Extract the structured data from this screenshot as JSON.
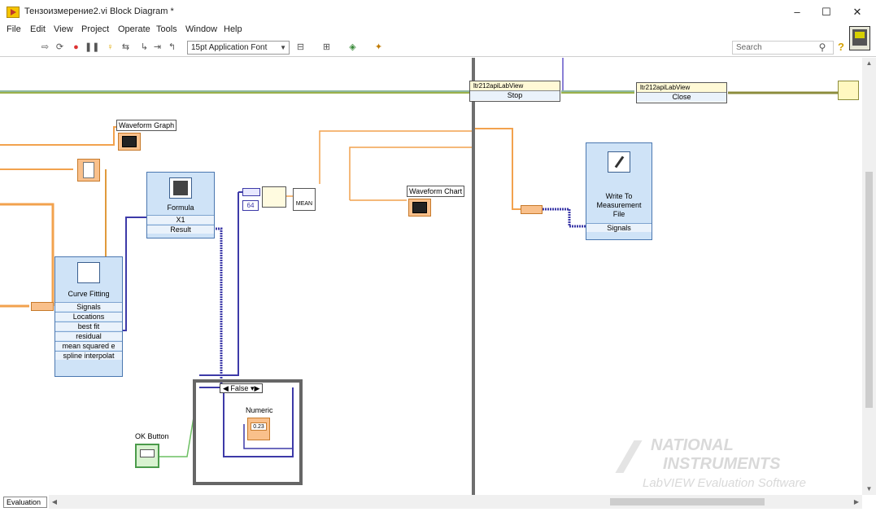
{
  "window": {
    "title": "Тензоизмерение2.vi Block Diagram *",
    "minimize": "–",
    "maximize": "☐",
    "close": "✕"
  },
  "menu": [
    "File",
    "Edit",
    "View",
    "Project",
    "Operate",
    "Tools",
    "Window",
    "Help"
  ],
  "toolbar": {
    "font": "15pt Application Font",
    "search_placeholder": "Search"
  },
  "diagram": {
    "waveform_graph": "Waveform Graph",
    "waveform_chart": "Waveform Chart",
    "formula": {
      "title": "Formula",
      "input": "X1",
      "output": "Result"
    },
    "curve_fitting": {
      "title": "Curve Fitting",
      "terminals": [
        "Signals",
        "Locations",
        "best fit",
        "residual",
        "mean squared e",
        "spline interpolat"
      ]
    },
    "write_file": {
      "title": "Write To Measurement File",
      "terminal": "Signals"
    },
    "stop_vi": {
      "name": "ltr212apiLabView",
      "label": "Stop"
    },
    "close_vi": {
      "name": "ltr212apiLabView",
      "label": "Close"
    },
    "case_selector": "False",
    "numeric": {
      "label": "Numeric",
      "value": "0.23"
    },
    "ok_button": "OK Button",
    "mean": "MEAN",
    "const_64": "64"
  },
  "watermark": {
    "line1": "NATIONAL",
    "line2": "INSTRUMENTS",
    "line3": "LabVIEW Evaluation Software"
  },
  "status": {
    "tab": "Evaluation"
  }
}
